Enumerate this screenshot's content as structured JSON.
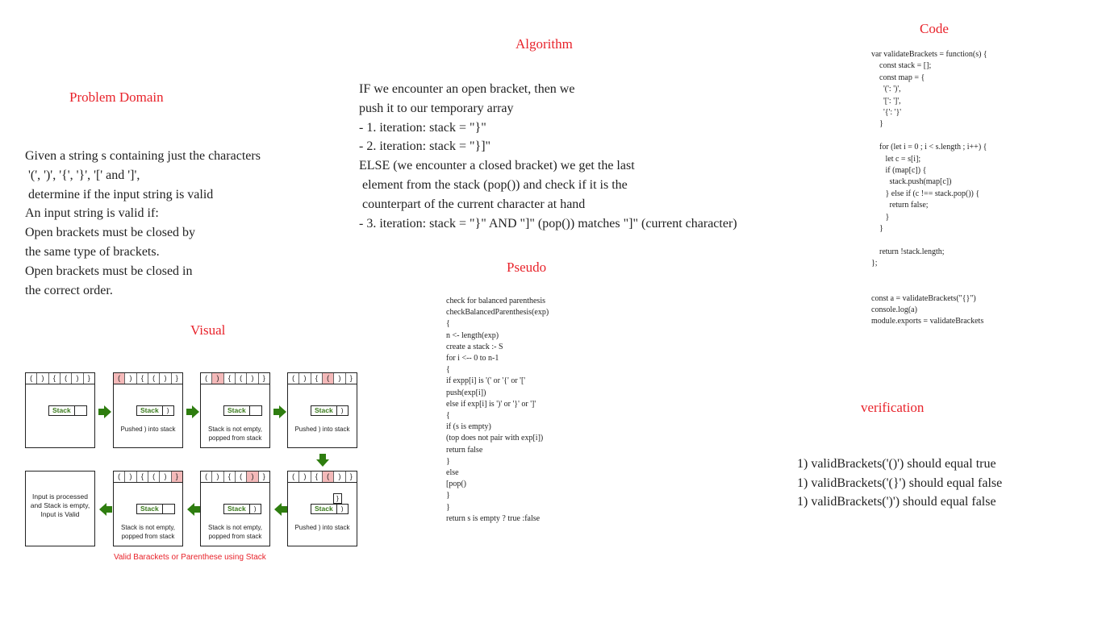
{
  "problem": {
    "heading": "Problem Domain",
    "lines": [
      "Given a string s containing just the characters",
      " '(', ')', '{', '}', '[' and ']',",
      " determine if the input string is valid",
      "An input string is valid if:",
      "Open brackets must be closed by",
      "the same type of brackets.",
      "Open brackets must be closed in",
      "the correct order."
    ]
  },
  "algorithm": {
    "heading": "Algorithm",
    "lines": [
      "IF we encounter an open bracket, then we",
      "push it to our temporary array",
      "- 1. iteration: stack = \"}\"",
      "- 2. iteration: stack = \"}]\"",
      "ELSE (we encounter a closed bracket) we get the last",
      " element from the stack (pop()) and check if it is the",
      " counterpart of the current character at hand",
      "- 3. iteration: stack = \"}\" AND \"]\" (pop()) matches \"]\" (current character)"
    ]
  },
  "code": {
    "heading": "Code",
    "lines": [
      "var validateBrackets = function(s) {",
      "    const stack = [];",
      "    const map = {",
      "      '(': ')',",
      "      '[': ']',",
      "      '{': '}'",
      "    }",
      "",
      "    for (let i = 0 ; i < s.length ; i++) {",
      "       let c = s[i];",
      "       if (map[c]) {",
      "         stack.push(map[c])",
      "       } else if (c !== stack.pop()) {",
      "         return false;",
      "       }",
      "    }",
      "",
      "    return !stack.length;",
      "};",
      "",
      "",
      "const a = validateBrackets(\"{}\")",
      "console.log(a)",
      "module.exports = validateBrackets"
    ]
  },
  "pseudo": {
    "heading": "Pseudo",
    "lines": [
      "check for balanced parenthesis",
      "checkBalancedParenthesis(exp)",
      "{",
      "n <- length(exp)",
      "create a stack :- S",
      "for i <-- 0 to n-1",
      "{",
      "if expp[i] is '(' or '{' or '['",
      "push(exp[i])",
      "else if exp[i] is ')' or '}' or ']'",
      "{",
      "if (s is empty)",
      "(top does not pair with exp[i])",
      "return false",
      "}",
      "else",
      "[pop()",
      "}",
      "}",
      "return s is empty ? true :false"
    ]
  },
  "verification": {
    "heading": "verification",
    "lines": [
      "1) validBrackets('()') should equal true",
      "1) validBrackets('(}') should equal false",
      "1) validBrackets(')') should equal false"
    ]
  },
  "visual": {
    "heading": "Visual",
    "caption": "Valid Barackets or Parenthese using Stack",
    "stack_label": "Stack",
    "input_chars": [
      "(",
      ")",
      "{",
      "(",
      ")",
      "}"
    ],
    "panels": [
      {
        "highlight": -1,
        "stack": [],
        "caption": ""
      },
      {
        "highlight": 0,
        "stack": [
          ")"
        ],
        "caption": "Pushed ) into stack"
      },
      {
        "highlight": 1,
        "stack": [],
        "caption": "Stack is not empty,\npopped from stack"
      },
      {
        "highlight": 3,
        "stack": [
          ")"
        ],
        "caption": "Pushed ) into stack"
      },
      {
        "highlight": 3,
        "stack": [
          ")",
          "}"
        ],
        "caption": "Pushed ) into stack"
      },
      {
        "highlight": 4,
        "stack": [
          ")"
        ],
        "caption": "Stack is not empty,\npopped from stack"
      },
      {
        "highlight": 5,
        "stack": [],
        "caption": "Stack is not empty,\npopped from stack"
      },
      {
        "highlight": -2,
        "stack": [],
        "caption": "Input is processed\nand Stack is empty,\nInput is Valid"
      }
    ]
  }
}
